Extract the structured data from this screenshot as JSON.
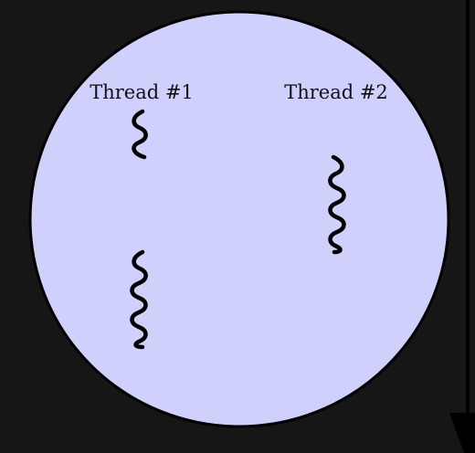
{
  "diagram": {
    "threads": [
      {
        "label": "Thread #1"
      },
      {
        "label": "Thread #2"
      }
    ],
    "colors": {
      "background": "#161616",
      "process_fill": "#cfd0fb",
      "outline": "#000000",
      "thread_stroke": "#000000",
      "time_arrow": "#000000"
    },
    "time_arrow_direction": "down"
  }
}
